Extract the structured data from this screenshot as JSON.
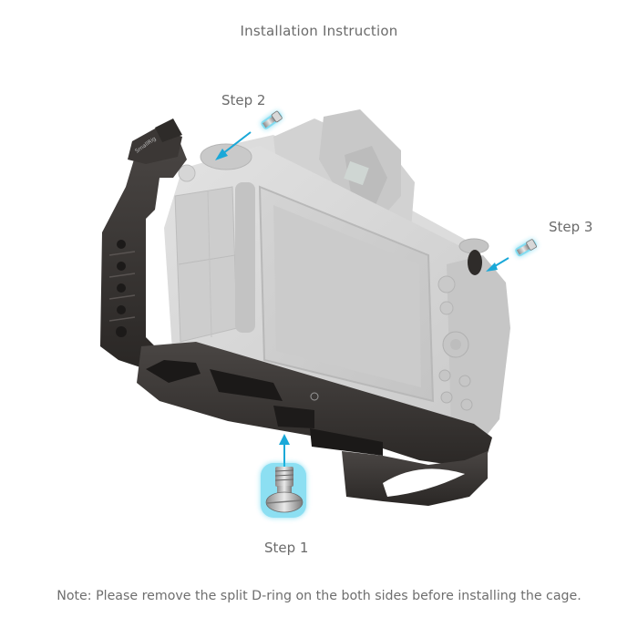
{
  "title": "Installation Instruction",
  "steps": [
    {
      "id": 1,
      "label": "Step 1",
      "target": "bottom 1/4\" thumb screw into camera tripod mount"
    },
    {
      "id": 2,
      "label": "Step 2",
      "target": "screw into top-left of camera"
    },
    {
      "id": 3,
      "label": "Step 3",
      "target": "screw into right-side strap lug"
    }
  ],
  "brand_mark": "SmallRig",
  "note": "Note: Please remove the split D-ring on the both sides before installing the cage.",
  "colors": {
    "text": "#6b6b6b",
    "highlight": "#1fc0e6",
    "arrow": "#1aa8d8",
    "cage": "#3a3634",
    "camera": "#d7d7d7"
  }
}
